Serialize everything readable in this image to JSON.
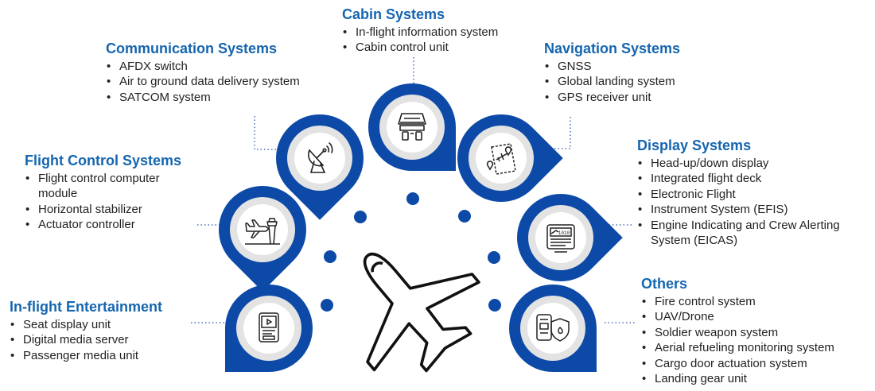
{
  "colors": {
    "primary": "#0d4aa8",
    "ring_bg": "#e3e3e3",
    "title": "#1566b0",
    "text": "#222222"
  },
  "center": {
    "icon": "airplane-icon"
  },
  "groups": [
    {
      "id": "cabin",
      "title": "Cabin Systems",
      "icon": "cockpit-panel-icon",
      "items": [
        "In-flight information system",
        "Cabin control unit"
      ]
    },
    {
      "id": "communication",
      "title": "Communication Systems",
      "icon": "satellite-dish-icon",
      "items": [
        "AFDX switch",
        "Air to ground data delivery system",
        "SATCOM system"
      ]
    },
    {
      "id": "navigation",
      "title": "Navigation Systems",
      "icon": "route-map-icon",
      "items": [
        "GNSS",
        "Global landing system",
        "GPS receiver unit"
      ]
    },
    {
      "id": "flight_control",
      "title": "Flight Control Systems",
      "icon": "control-tower-icon",
      "items": [
        "Flight control computer module",
        "Horizontal stabilizer",
        "Actuator controller"
      ]
    },
    {
      "id": "display",
      "title": "Display Systems",
      "icon": "display-panel-icon",
      "items": [
        "Head-up/down display",
        "Integrated flight deck",
        "Electronic Flight",
        "Instrument System (EFIS)",
        "Engine Indicating and Crew Alerting System (EICAS)"
      ]
    },
    {
      "id": "entertainment",
      "title": "In-flight Entertainment",
      "icon": "media-screen-icon",
      "items": [
        "Seat display unit",
        "Digital media server",
        "Passenger media unit"
      ]
    },
    {
      "id": "others",
      "title": "Others",
      "icon": "shield-document-icon",
      "items": [
        "Fire control system",
        "UAV/Drone",
        "Soldier weapon system",
        "Aerial refueling monitoring system",
        "Cargo door actuation system",
        "Landing gear unit"
      ]
    }
  ]
}
